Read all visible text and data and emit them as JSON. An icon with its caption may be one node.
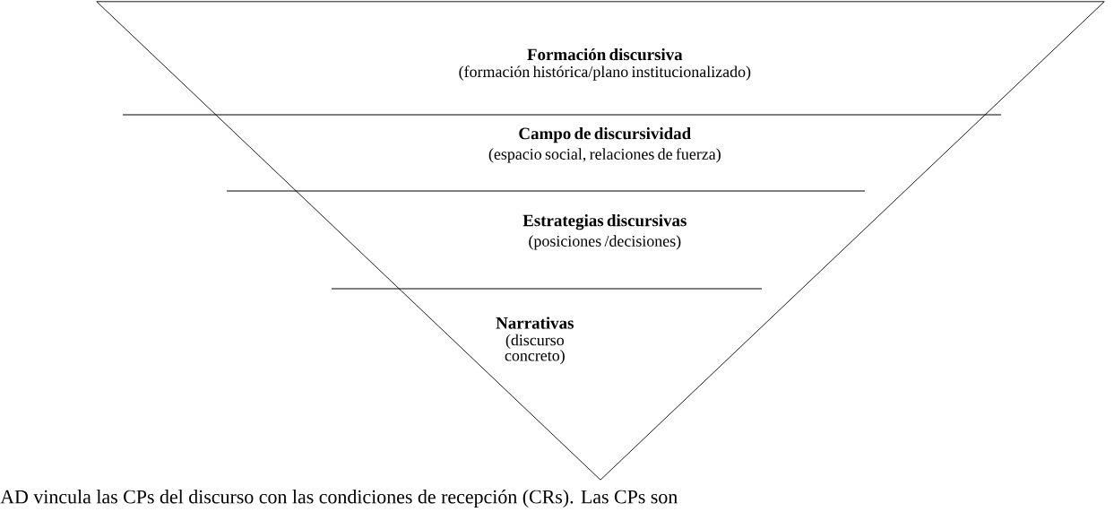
{
  "diagram": {
    "nodes": [
      {
        "text": [],
        "shape": "triangle"
      },
      {
        "text": [
          "Formación discursiva",
          "(formación histórica/plano institucionalizado)"
        ],
        "in": 0
      },
      {
        "text": [
          "Campo de discursividad",
          "(espacio social, relaciones de fuerza)"
        ],
        "in": 0
      },
      {
        "text": [
          "Estrategias discursivas",
          "(posiciones /decisiones)"
        ],
        "in": 0
      },
      {
        "text": [
          "Narrativas",
          "(discurso concreto)"
        ],
        "in": 0
      }
    ],
    "edges": [],
    "labels": [
      "AD vincula las CPs del discurso con las condiciones de recepción (CRs). Las CPs son"
    ]
  }
}
